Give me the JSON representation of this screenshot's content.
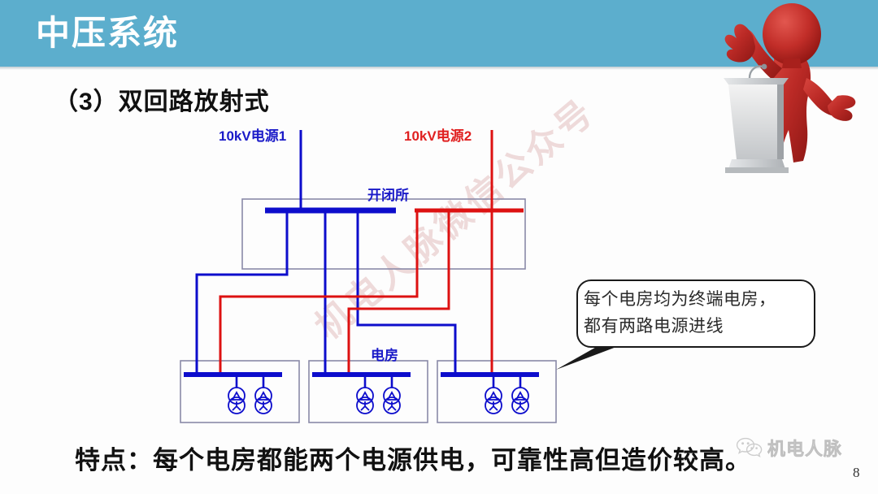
{
  "header": {
    "title": "中压系统",
    "bar_color": "#5caecd"
  },
  "section": {
    "heading": "（3）双回路放射式"
  },
  "diagram": {
    "labels": {
      "source1": "10kV电源1",
      "source2": "10kV电源2",
      "switch_house": "开闭所",
      "power_room": "电房"
    },
    "colors": {
      "source1_line": "#1a1ac8",
      "source2_line": "#e02020",
      "bus_blue": "#0000cc",
      "bus_red": "#dd1111",
      "enclosure": "#8a8aa8"
    },
    "source1_feeders": 3,
    "source2_feeders": 3,
    "power_rooms": 3,
    "transformers_per_room": 2,
    "incoming_lines_per_room": 2
  },
  "callout": {
    "line1": "每个电房均为终端电房，",
    "line2": "都有两路电源进线"
  },
  "caption": {
    "text": "特点：每个电房都能两个电源供电，可靠性高但造价较高。"
  },
  "watermark": {
    "diagonal_text": "机电人脉微信公众号",
    "brand_name": "机电人脉"
  },
  "footer": {
    "page_number": "8"
  }
}
